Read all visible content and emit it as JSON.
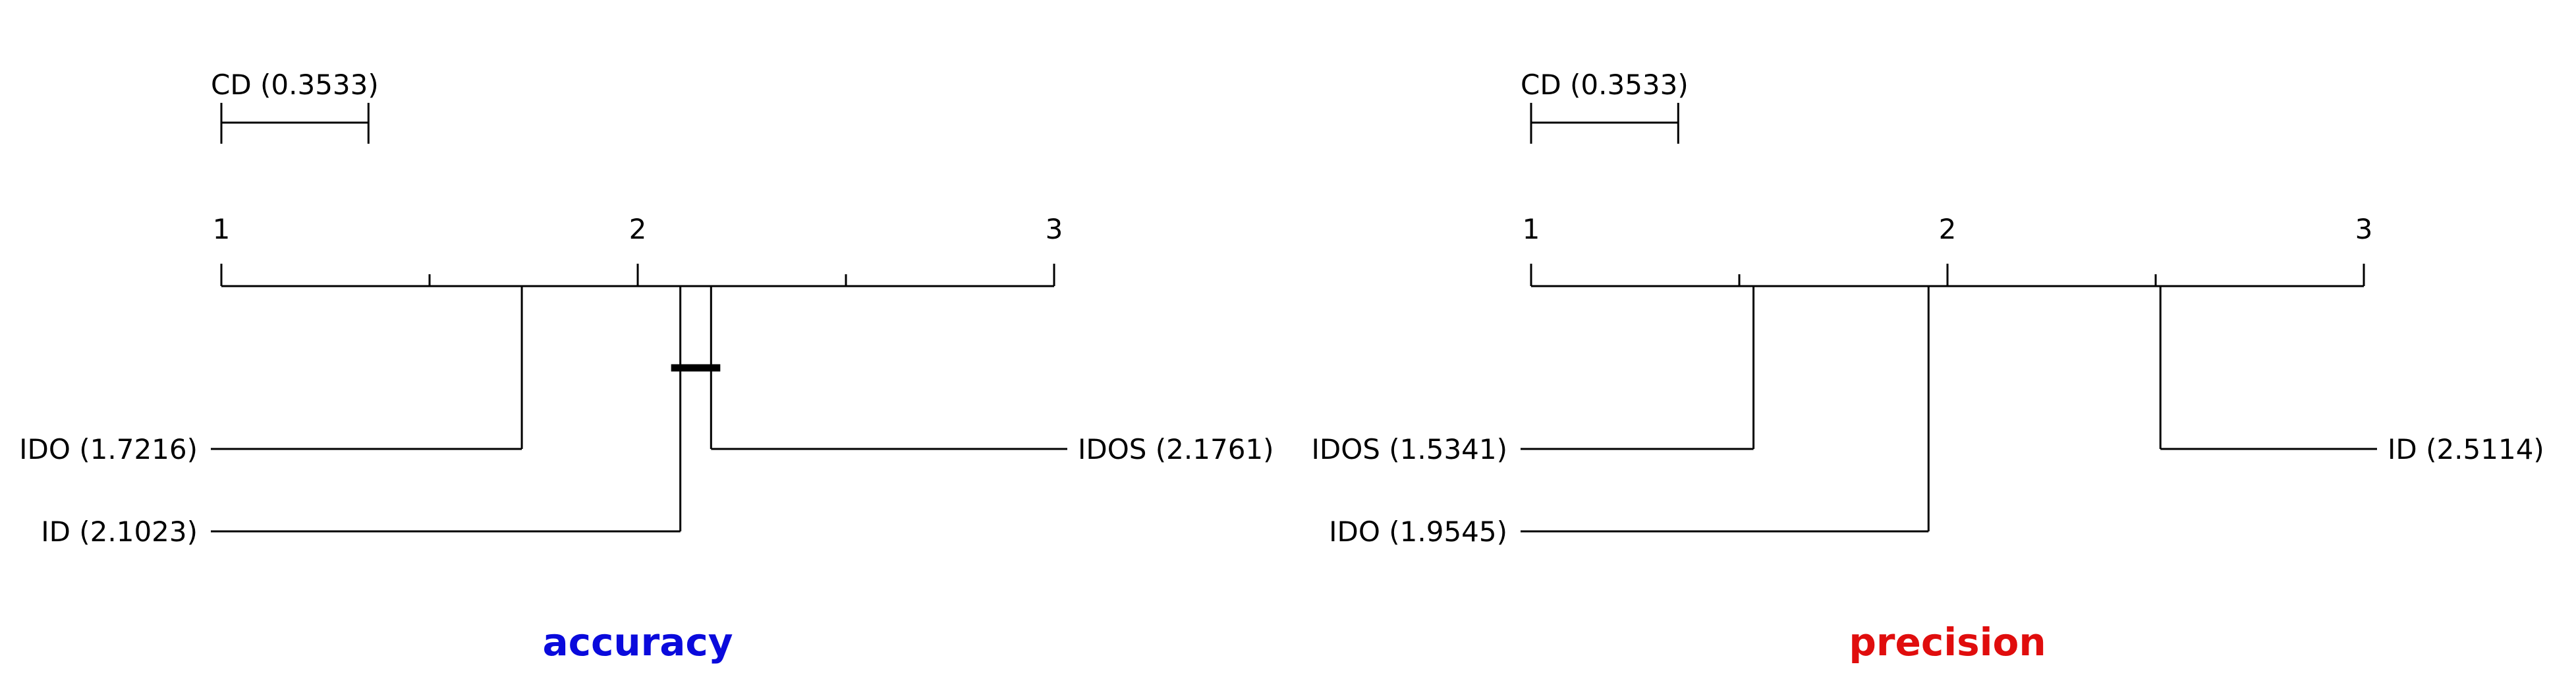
{
  "chart_data": [
    {
      "type": "critical-difference",
      "title": "accuracy",
      "title_color": "#0a0adc",
      "cd": 0.3533,
      "cd_label": "CD (0.3533)",
      "axis": {
        "min": 1,
        "max": 3,
        "tick_labels": [
          "1",
          "2",
          "3"
        ]
      },
      "methods": [
        {
          "name": "IDO",
          "rank": 1.7216,
          "label": "IDO (1.7216)",
          "side": "left"
        },
        {
          "name": "ID",
          "rank": 2.1023,
          "label": "ID (2.1023)",
          "side": "left"
        },
        {
          "name": "IDOS",
          "rank": 2.1761,
          "label": "IDOS (2.1761)",
          "side": "right"
        }
      ],
      "cliques": [
        [
          "ID",
          "IDOS"
        ]
      ]
    },
    {
      "type": "critical-difference",
      "title": "precision",
      "title_color": "#e00d0d",
      "cd": 0.3533,
      "cd_label": "CD (0.3533)",
      "axis": {
        "min": 1,
        "max": 3,
        "tick_labels": [
          "1",
          "2",
          "3"
        ]
      },
      "methods": [
        {
          "name": "IDOS",
          "rank": 1.5341,
          "label": "IDOS (1.5341)",
          "side": "left"
        },
        {
          "name": "IDO",
          "rank": 1.9545,
          "label": "IDO (1.9545)",
          "side": "left"
        },
        {
          "name": "ID",
          "rank": 2.5114,
          "label": "ID (2.5114)",
          "side": "right"
        }
      ],
      "cliques": []
    }
  ]
}
